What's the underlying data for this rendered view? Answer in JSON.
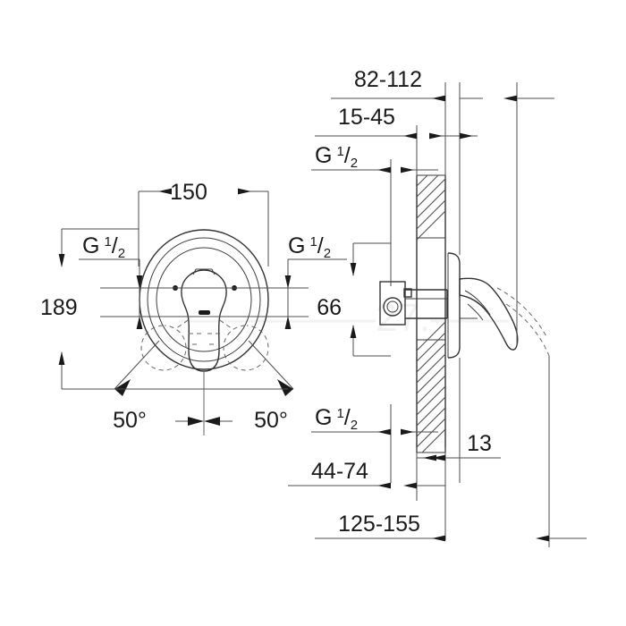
{
  "drawing": {
    "title": "Concealed single-lever mixer — dimensional drawing",
    "background_color": "#ffffff",
    "line_color": "#4d4d4d",
    "object_line_color": "#333333",
    "text_color": "#1a1a1a",
    "watermark_text": "27.",
    "views": {
      "front": {
        "name": "front-view",
        "label": ""
      },
      "section": {
        "name": "section-view",
        "label": ""
      }
    },
    "dimensions": {
      "width_150": "150",
      "height_189": "189",
      "angle_left": "50°",
      "angle_right": "50°",
      "thread_front_left": "G",
      "thread_front_left_frac_num": "1",
      "thread_front_left_frac_den": "2",
      "thread_front_right": "G",
      "thread_front_right_frac_num": "1",
      "thread_front_right_frac_den": "2",
      "depth_82_112": "82-112",
      "depth_15_45": "15-45",
      "thread_top_section": "G",
      "thread_top_section_frac_num": "1",
      "thread_top_section_frac_den": "2",
      "thread_bottom_section": "G",
      "thread_bottom_section_frac_num": "1",
      "thread_bottom_section_frac_den": "2",
      "height_66": "66",
      "depth_13": "13",
      "depth_44_74": "44-74",
      "depth_125_155": "125-155"
    }
  }
}
